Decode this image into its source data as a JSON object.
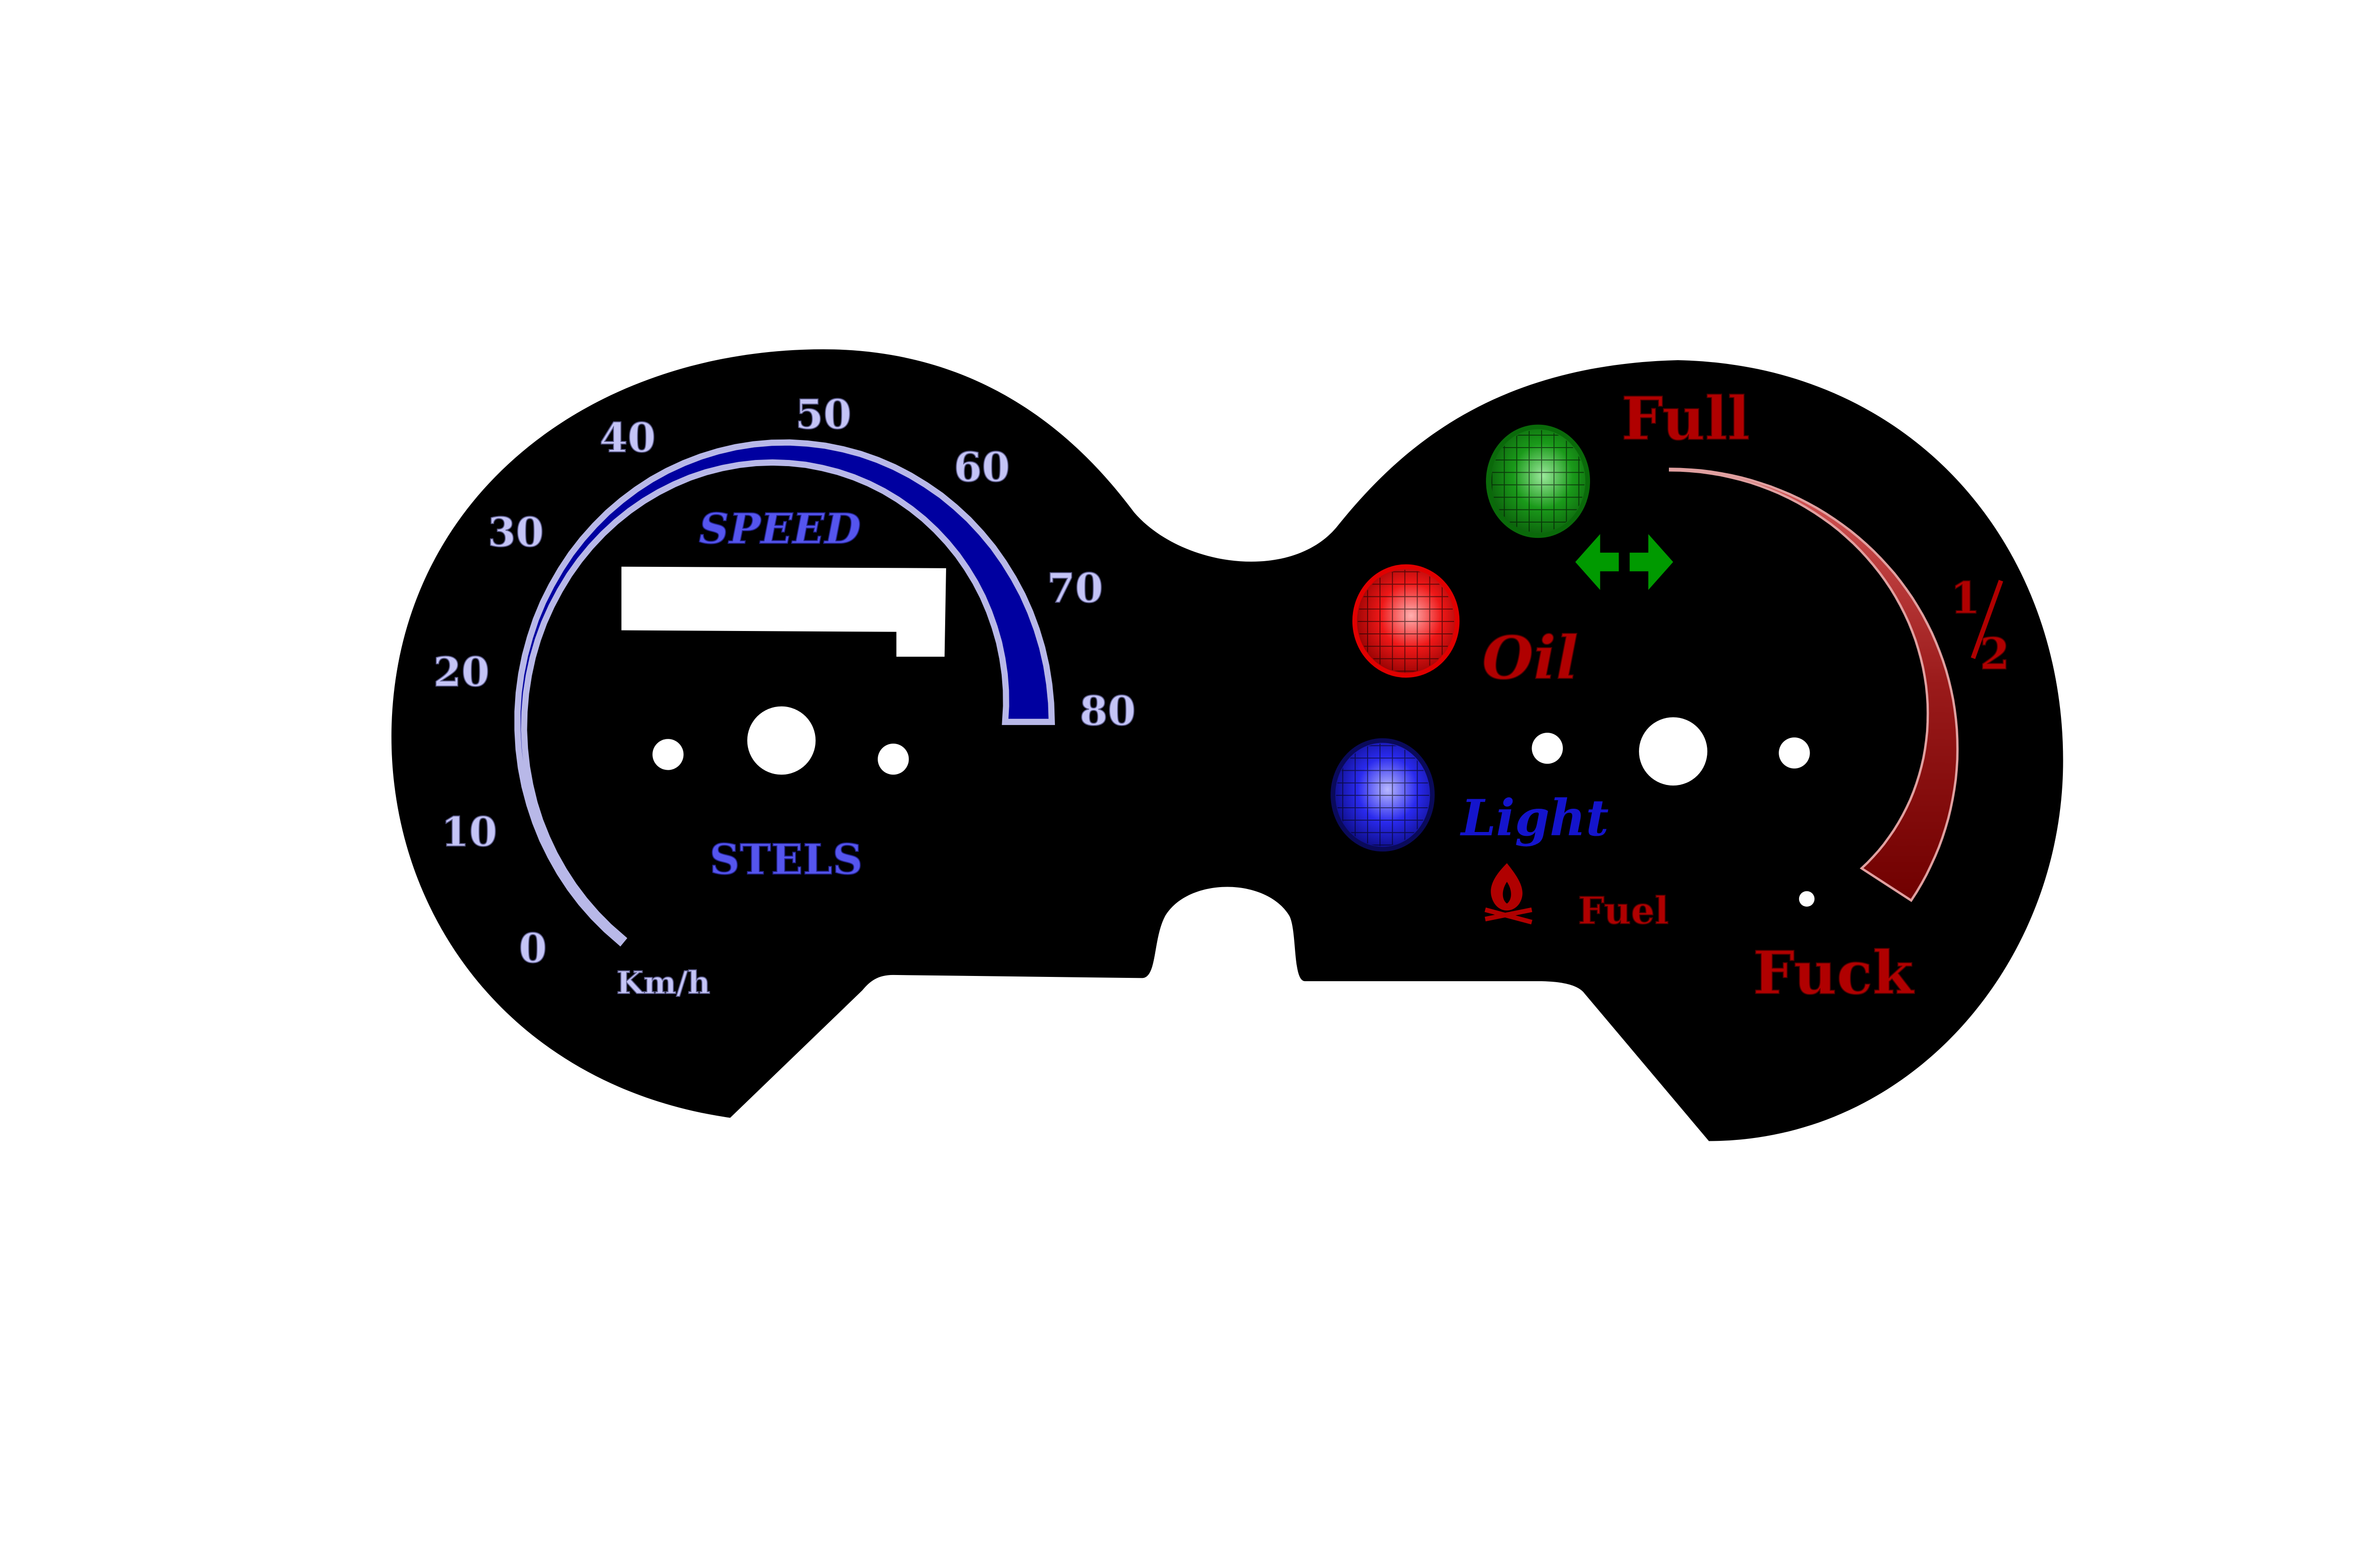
{
  "speedometer": {
    "title": "SPEED",
    "brand": "STELS",
    "unit": "Km/h",
    "ticks": [
      "0",
      "10",
      "20",
      "30",
      "40",
      "50",
      "60",
      "70",
      "80"
    ],
    "max_value": 80,
    "colors": {
      "arc": "#0000a0",
      "arc_edge": "#b8b8e8",
      "text": "#c4c4f6",
      "label": "#5555ee"
    }
  },
  "fuel_gauge": {
    "full_label": "Full",
    "half_label_num": "1",
    "half_label_den": "2",
    "empty_label": "Fuck",
    "fuel_label": "Fuel",
    "colors": {
      "arc": "#8a0a0a",
      "text": "#b00000"
    }
  },
  "indicators": [
    {
      "name": "turn-signal",
      "color": "#1a8a1a",
      "icon": "left-right-arrows-icon"
    },
    {
      "name": "oil",
      "label": "Oil",
      "color": "#e01010"
    },
    {
      "name": "light",
      "label": "Light",
      "color": "#1a1ad0"
    }
  ],
  "colors": {
    "panel": "#000000",
    "background": "#ffffff"
  }
}
